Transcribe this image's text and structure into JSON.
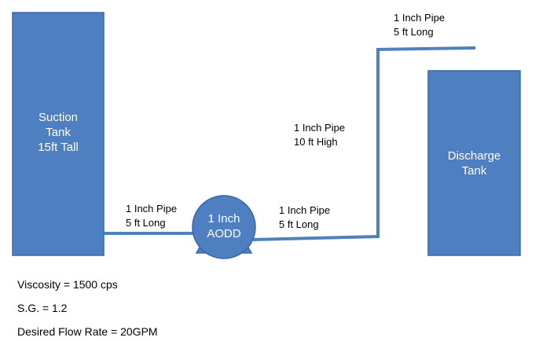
{
  "colors": {
    "tank_fill": "#4e7fc0",
    "tank_stroke": "#3a68a6",
    "pipe": "#4f81bd",
    "label_on_shape": "#ffffff"
  },
  "suction_tank": {
    "line1": "Suction",
    "line2": "Tank",
    "line3": "15ft Tall"
  },
  "discharge_tank": {
    "line1": "Discharge",
    "line2": "Tank"
  },
  "pump": {
    "line1": "1 Inch",
    "line2": "AODD"
  },
  "pipes": {
    "suction_pipe": {
      "line1": "1 Inch Pipe",
      "line2": "5 ft Long"
    },
    "discharge_pipe": {
      "line1": "1 Inch Pipe",
      "line2": "5 ft Long"
    },
    "riser_pipe": {
      "line1": "1 Inch Pipe",
      "line2": "10 ft High"
    },
    "top_pipe": {
      "line1": "1 Inch Pipe",
      "line2": "5 ft Long"
    }
  },
  "parameters": {
    "viscosity": "Viscosity = 1500 cps",
    "sg": "S.G. = 1.2",
    "flow_rate": "Desired Flow Rate = 20GPM"
  }
}
